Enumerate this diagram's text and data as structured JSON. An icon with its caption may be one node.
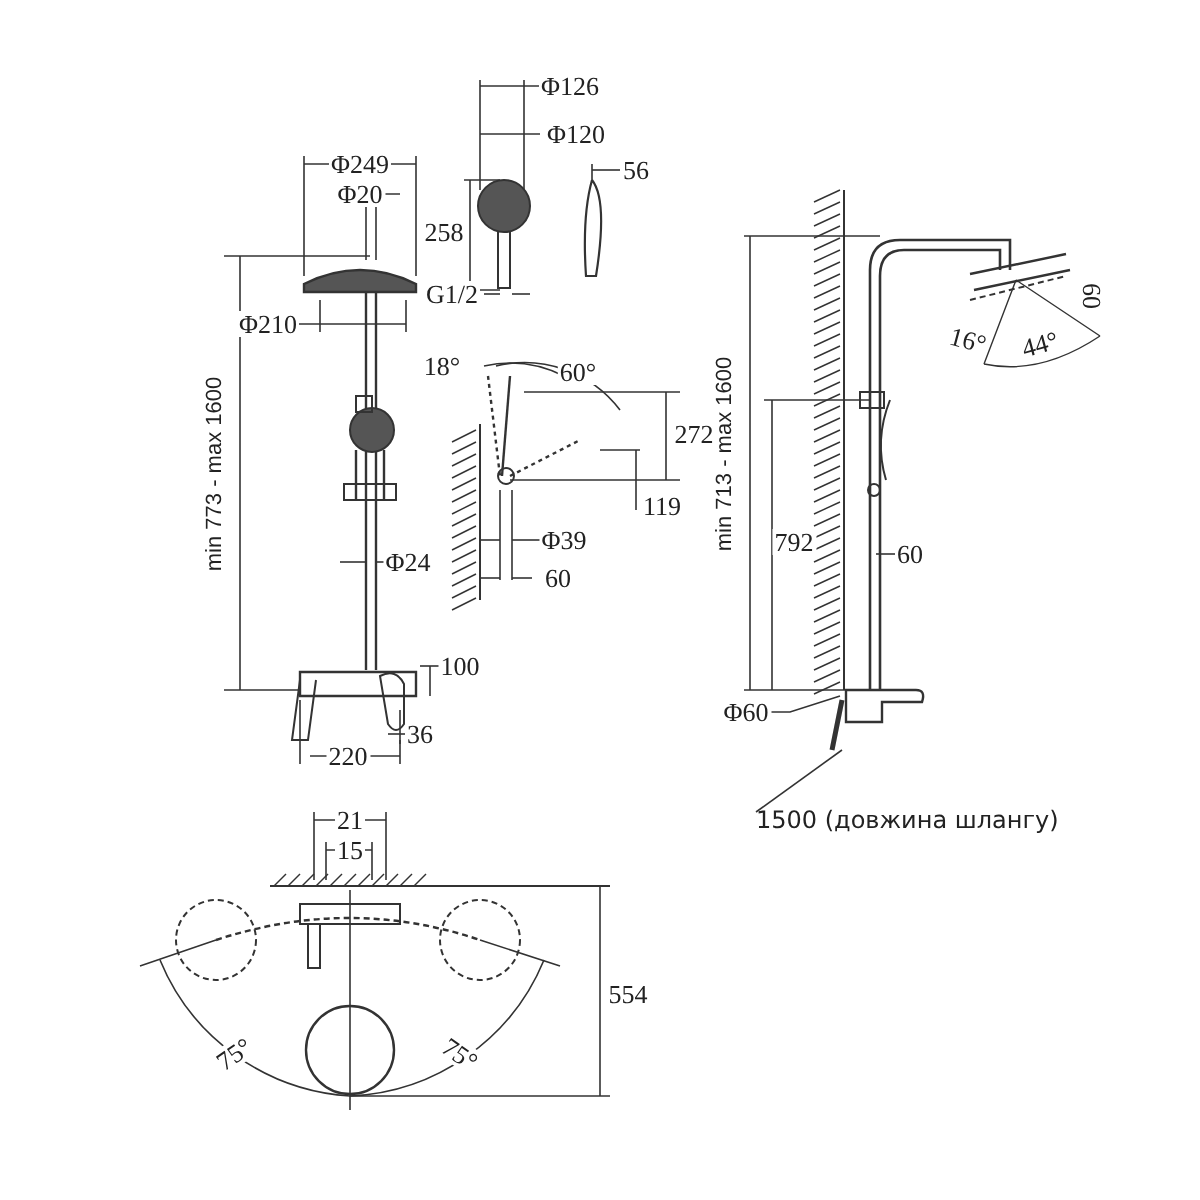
{
  "diagram": {
    "nodes": [
      {
        "text": [],
        "shape": "picture"
      },
      {
        "text": [
          "1500 (довжина шлангу)"
        ]
      }
    ],
    "edges": [
      {
        "from": 1,
        "to": 0,
        "arrow": "none"
      }
    ],
    "labels": [
      "Φ126",
      "Φ120",
      "Φ249",
      "56",
      "Φ20",
      "258",
      "G1/2",
      "Φ210",
      "min 773 - max 1600",
      "min 713 - max 1600",
      "60",
      "16°",
      "44°",
      "18°",
      "60°",
      "272",
      "119",
      "Φ39",
      "Φ24",
      "792",
      "60",
      "60",
      "100",
      "Φ60",
      "36",
      "220",
      "21",
      "15",
      "554",
      "75°",
      "75°"
    ]
  }
}
